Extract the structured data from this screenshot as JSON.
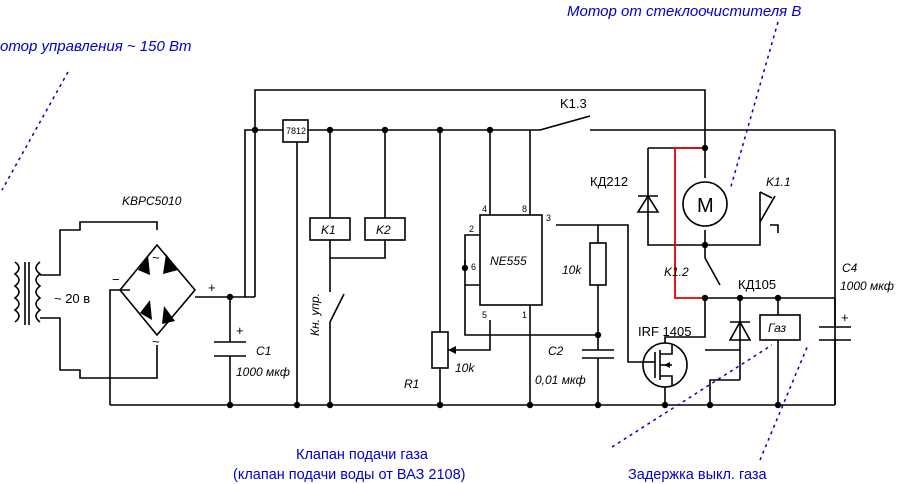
{
  "annotations": {
    "motor_wiper": "Мотор от стеклоочистителя В",
    "motor_control": "отор управления ~ 150 Вт",
    "gas_valve_1": "Клапан подачи газа",
    "gas_valve_2": "(клапан подачи воды от ВАЗ 2108)",
    "gas_delay": "Задержка выкл. газа"
  },
  "components": {
    "bridge": "KBPC5010",
    "transformer_voltage": "~ 20 в",
    "regulator": "7812",
    "c1_name": "C1",
    "c1_value": "1000 мкф",
    "k1": "K1",
    "k2": "K2",
    "kn": "Кн. упр.",
    "r1": "R1",
    "pot_value": "10k",
    "ic": "NE555",
    "pin2": "2",
    "pin4": "4",
    "pin8": "8",
    "pin3": "3",
    "pin6": "6",
    "pin5": "5",
    "pin1": "1",
    "r_value": "10k",
    "c2_name": "C2",
    "c2_value": "0,01 мкф",
    "k13": "K1.3",
    "kd212": "КД212",
    "motor": "M",
    "k11": "K1.1",
    "k12": "K1.2",
    "kd105": "КД105",
    "gas_coil": "Газ",
    "c4_name": "C4",
    "c4_value": "1000 мкф",
    "mosfet": "IRF 1405",
    "plus": "+",
    "minus": "−",
    "tilde": "~"
  },
  "colors": {
    "wire": "#000000",
    "highlight_wire": "#e00000",
    "annotation": "#0000cc"
  }
}
